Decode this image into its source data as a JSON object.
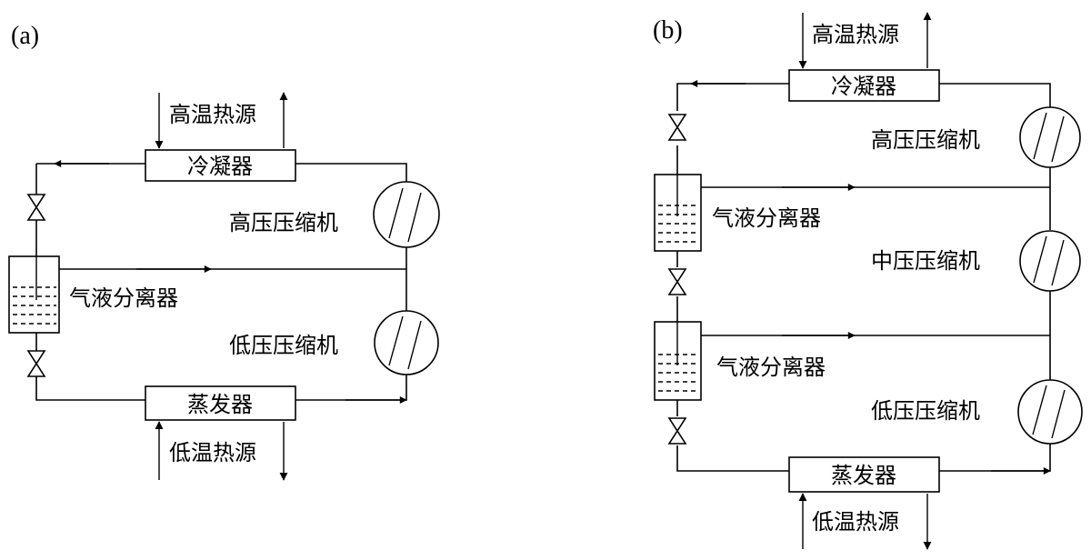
{
  "panel_a": {
    "tag": "(a)",
    "condenser": "冷凝器",
    "evaporator": "蒸发器",
    "separator": "气液分离器",
    "high_compressor": "高压压缩机",
    "low_compressor": "低压压缩机",
    "high_source": "高温热源",
    "low_source": "低温热源"
  },
  "panel_b": {
    "tag": "(b)",
    "condenser": "冷凝器",
    "evaporator": "蒸发器",
    "separator_upper": "气液分离器",
    "separator_lower": "气液分离器",
    "high_compressor": "高压压缩机",
    "mid_compressor": "中压压缩机",
    "low_compressor": "低压压缩机",
    "high_source": "高温热源",
    "low_source": "低温热源"
  }
}
